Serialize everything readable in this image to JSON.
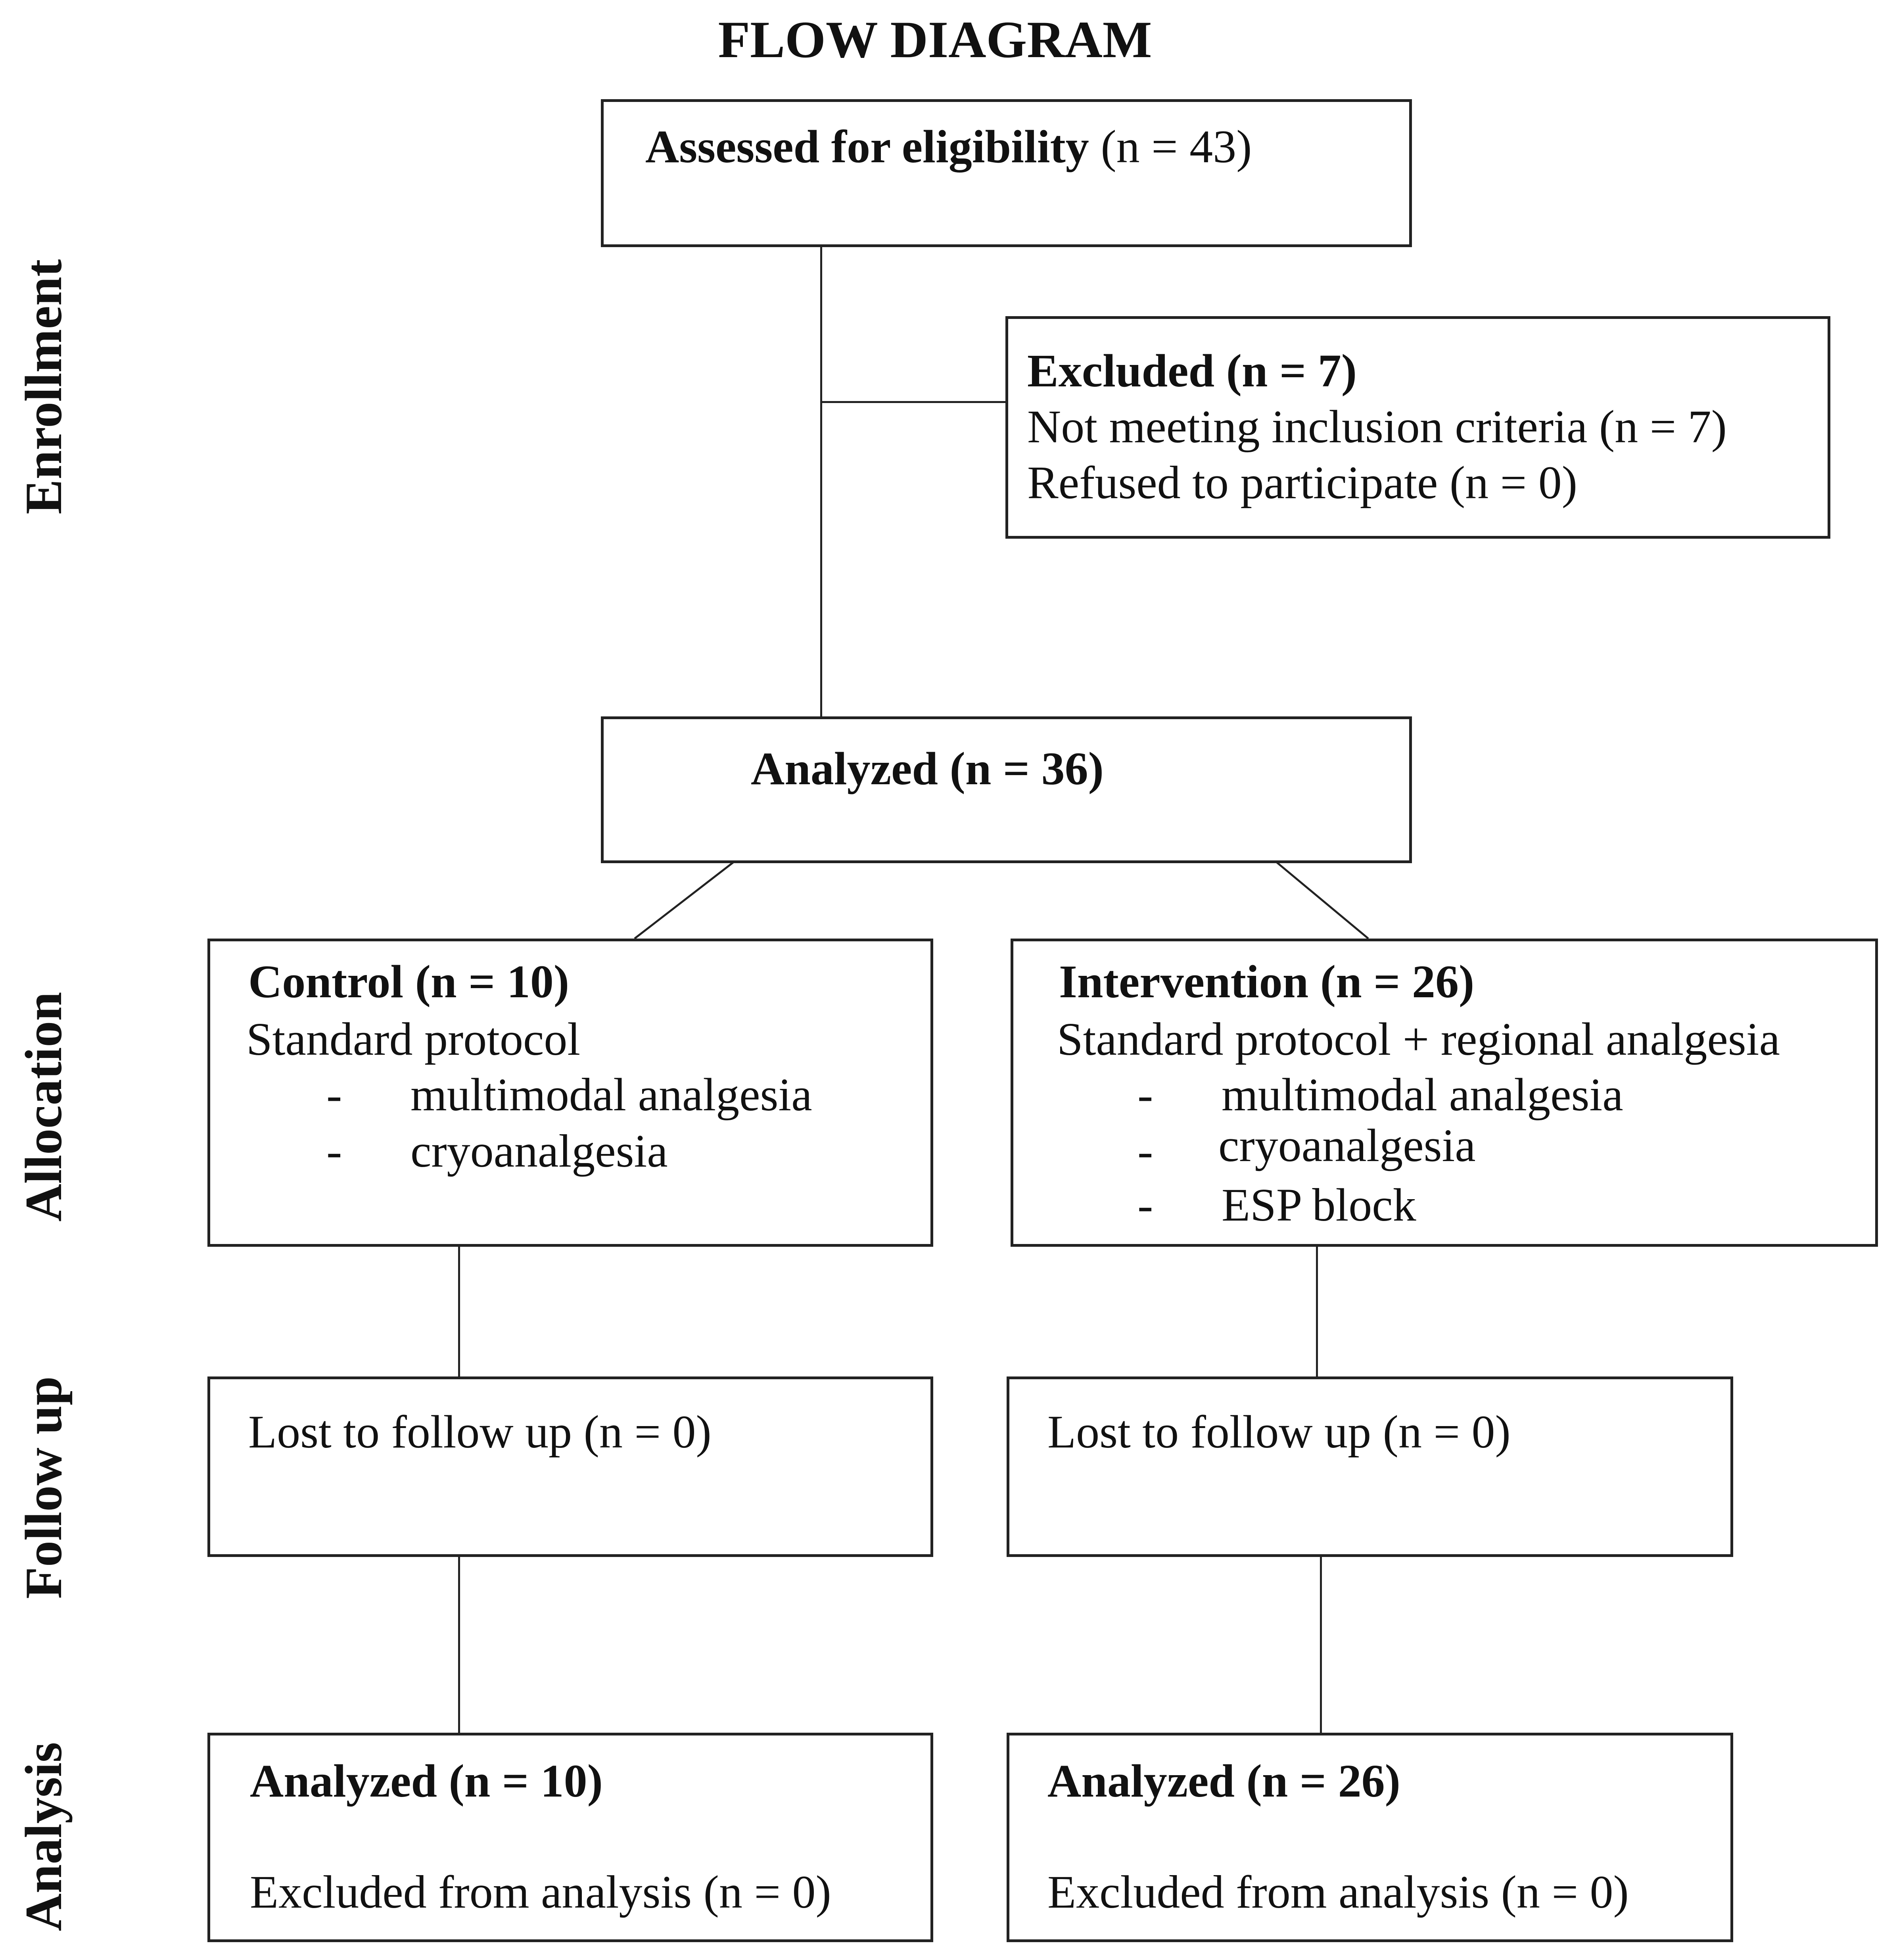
{
  "title": "FLOW DIAGRAM",
  "stages": {
    "enrollment": "Enrollment",
    "allocation": "Allocation",
    "follow_up": "Follow up",
    "analysis": "Analysis"
  },
  "assessed": {
    "label": "Assessed for eligibility",
    "count": "(n = 43)"
  },
  "excluded": {
    "title": "Excluded (n = 7)",
    "lines": [
      "Not meeting inclusion criteria (n = 7)",
      "Refused to participate (n = 0)"
    ]
  },
  "analyzed_total": "Analyzed (n = 36)",
  "control": {
    "title": "Control (n = 10)",
    "protocol": "Standard protocol",
    "bullet": "-",
    "items": [
      "multimodal analgesia",
      "cryoanalgesia"
    ]
  },
  "intervention": {
    "title": "Intervention (n = 26)",
    "protocol": "Standard protocol + regional analgesia",
    "bullet": "-",
    "items": [
      "multimodal analgesia",
      "cryoanalgesia",
      "ESP block"
    ]
  },
  "follow_up": {
    "control": "Lost to follow up (n = 0)",
    "intervention": "Lost to follow up (n = 0)"
  },
  "analysis": {
    "control_title": "Analyzed (n = 10)",
    "control_excluded": "Excluded from analysis (n = 0)",
    "intervention_title": "Analyzed (n = 26)",
    "intervention_excluded": "Excluded from analysis (n = 0)"
  }
}
